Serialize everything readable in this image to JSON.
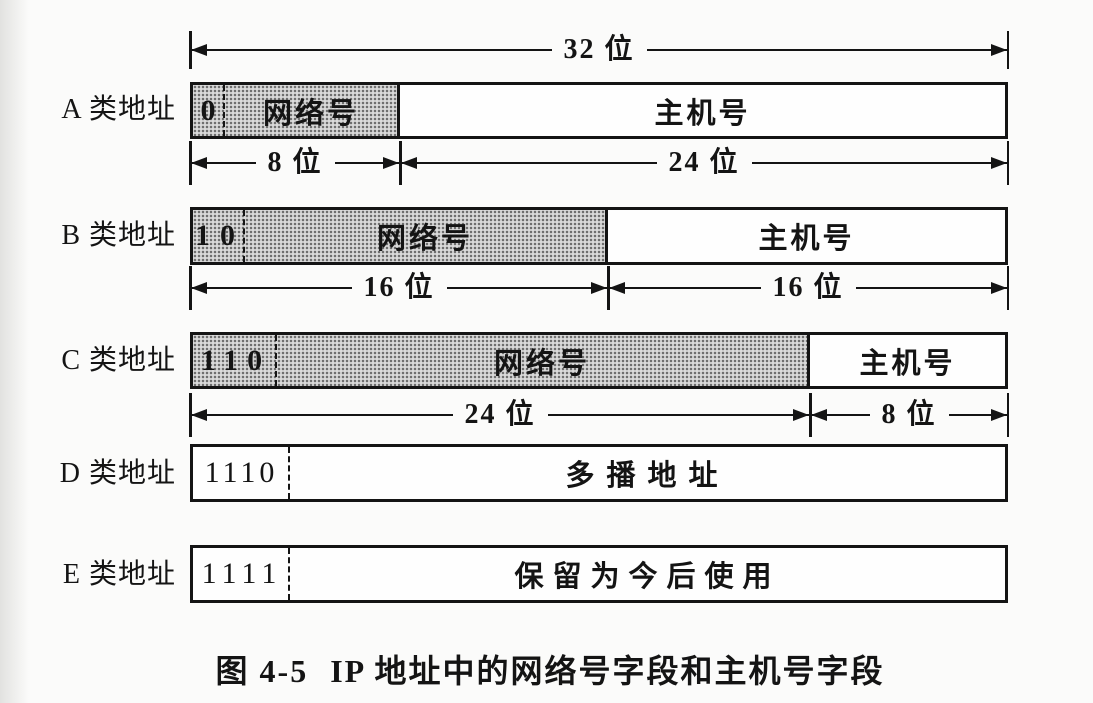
{
  "figure": {
    "top_width_label": "32 位",
    "rows": [
      {
        "label": "A 类地址",
        "prefix": "0",
        "network_label": "网络号",
        "host_label": "主机号",
        "left_arrow": "8 位",
        "right_arrow": "24 位"
      },
      {
        "label": "B 类地址",
        "prefix": "10",
        "network_label": "网络号",
        "host_label": "主机号",
        "left_arrow": "16 位",
        "right_arrow": "16 位"
      },
      {
        "label": "C 类地址",
        "prefix": "110",
        "network_label": "网络号",
        "host_label": "主机号",
        "left_arrow": "24 位",
        "right_arrow": "8 位"
      },
      {
        "label": "D 类地址",
        "prefix": "1110",
        "field_label": "多播地址"
      },
      {
        "label": "E 类地址",
        "prefix": "1111",
        "field_label": "保留为今后使用"
      }
    ],
    "caption": {
      "figure_number": "图 4-5",
      "title": "IP 地址中的网络号字段和主机号字段"
    },
    "colors": {
      "ink": "#141414",
      "shade_fill": "#dadada",
      "paper": "#fbfbfa"
    }
  }
}
